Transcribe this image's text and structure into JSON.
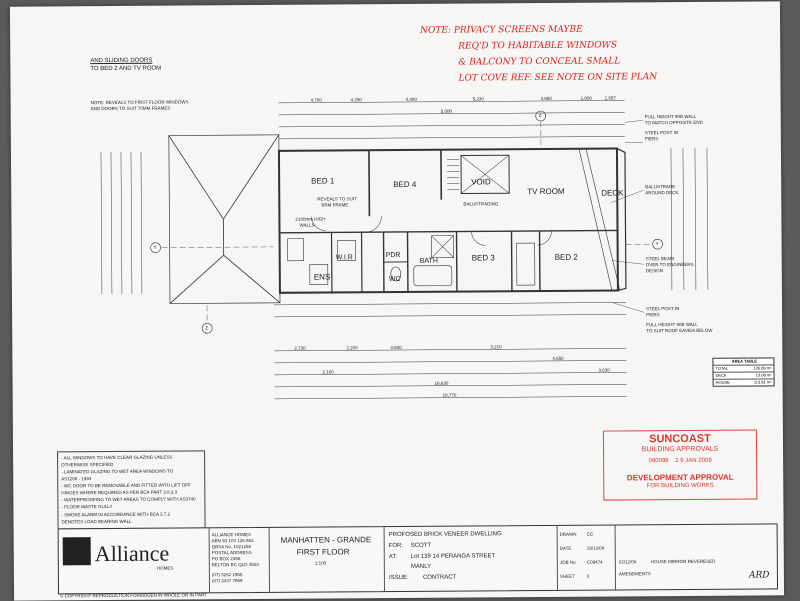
{
  "handwritten_note": [
    "NOTE: PRIVACY SCREENS MAYBE",
    "REQ'D TO HABITABLE WINDOWS",
    "& BALCONY TO CONCEAL SMALL",
    "LOT COVE REF. SEE NOTE ON SITE PLAN"
  ],
  "top_notes": {
    "sliding": [
      "AND SLIDING DOORS",
      "TO BED 2 AND TV ROOM"
    ],
    "reveals": [
      "NOTE: REVEALS TO FIRST FLOOR WINDOWS",
      "AND DOORS TO SUIT 70MM FRAMES"
    ]
  },
  "rooms": {
    "bed1": "BED 1",
    "bed4": "BED 4",
    "void": "VOID",
    "tv_room": "TV ROOM",
    "deck": "DECK",
    "bed3": "BED 3",
    "bed2": "BED 2",
    "ens": "ENS",
    "wir": "W.I.R",
    "pdr": "PDR",
    "wc": "WC",
    "bath": "BATH"
  },
  "plan_labels": {
    "reveals": [
      "REVEALS TO SUIT",
      "BRM FRAME"
    ],
    "walls": [
      "2100mm HIGH",
      "WALLS"
    ],
    "balustrading": "BALUSTRADING"
  },
  "right_annotations": [
    "FULL HEIGHT 90B WALL",
    "TO MATCH OPPOSITE END",
    "STEEL POST IN",
    "PIERS",
    "BALUSTRADE",
    "AROUND DECK",
    "STEEL BEAM",
    "OVER TO ENGINEERS",
    "DESIGN",
    "STEEL POST IN",
    "PIERS",
    "FULL HEIGHT 90B WALL",
    "TO SUIT ROOF EAVE/A BELOW"
  ],
  "dimensions_top": [
    "4,700",
    "4,250",
    "4,400",
    "5,000",
    "5,230",
    "4,650",
    "1,600",
    "1,657"
  ],
  "dimensions_bottom": [
    "2,730",
    "2,200",
    "3,600",
    "3,210",
    "4,650",
    "2,100",
    "3,630"
  ],
  "dimension_totals": [
    "16,630",
    "18,770"
  ],
  "grid_markers": [
    "Y",
    "Y",
    "Z",
    "Z"
  ],
  "area_table": {
    "title": "AREA TABLE",
    "rows": [
      {
        "label": "TOTAL",
        "value": "126.89 m²"
      },
      {
        "label": "DECK",
        "value": "13.08 m²"
      },
      {
        "label": "HOUSE",
        "value": "113.81 m²"
      }
    ]
  },
  "general_notes": [
    "- ALL WINDOWS TO HAVE CLEAR GLAZING UNLESS",
    "  OTHERWISE SPECIFIED",
    "- LAMINATED GLAZING TO WET AREA WINDOWS TO",
    "  AS1288 - 1994",
    "- WC DOOR TO BE REMOVABLE AND FITTED WITH LIFT OFF",
    "  HINGES WHERE REQUIRED AS PER BCA PART 3.8.3.3",
    "- WATERPROOFING TO WET AREAS TO COMPLY WITH AS3740",
    "- FLOOR WASTE GULLY",
    "- SMOKE ALARM IN ACCORDANCE WITH BCA 3.7.2",
    "  DENOTES LOAD BEARING WALL"
  ],
  "stamp": {
    "line1": "SUNCOAST",
    "line2": "BUILDING APPROVALS",
    "number": "090099",
    "date": "2 9 JAN 2009",
    "line3": "DEVELOPMENT APPROVAL",
    "line4": "FOR BUILDING WORKS"
  },
  "title_block": {
    "logo": "Alliance",
    "logo_sub": "HOMES",
    "company": [
      "ALLIANCE HOMES",
      "ABN 93 103 126 862",
      "QBSA No. 1021256",
      "POSTAL ADDRESS",
      "PO BOX 2366",
      "BELTON BC QLD 4503"
    ],
    "phones": [
      "(07) 3262 1955",
      "(07) 3437 7659"
    ],
    "project_name": "MANHATTEN - GRANDE",
    "sheet_name": "FIRST FLOOR",
    "scale": "1:100",
    "proposal": "PROFOSED BRICK VENEER DWELLING",
    "for_label": "FOR:",
    "for_value": "SCOTT",
    "at_label": "AT:",
    "at_value": "Lot 139  14 PERANGA STREET",
    "at_value2": "MANLY",
    "issue_label": "ISSUE:",
    "issue_value": "CONTRACT",
    "meta_labels": [
      "DRAWN",
      "DATE",
      "JOB No",
      "SHEET"
    ],
    "meta_values": [
      "CC",
      "19/12/08",
      "C09474",
      "3"
    ],
    "rev_date": "02/12/08",
    "rev_note": "HOUSE MIRROR REVERESED",
    "amendments": "AMENDMENTS"
  },
  "copyright": "© COPYRIGHT   REPRODUCTION FORBIDDEN IN WHOLE OR IN PART",
  "initials": "ARD"
}
